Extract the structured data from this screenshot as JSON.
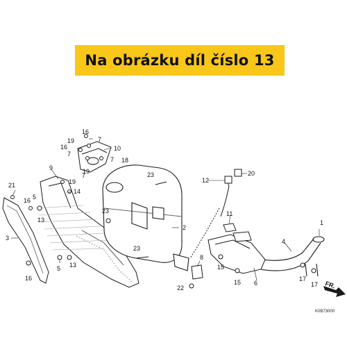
{
  "banner": {
    "text": "Na obrázku díl číslo 13"
  },
  "diagram": {
    "code": "K0B73000",
    "direction_label": "FR.",
    "callouts": [
      "1",
      "2",
      "3",
      "4",
      "5",
      "6",
      "7",
      "8",
      "9",
      "10",
      "11",
      "12",
      "13",
      "14",
      "15",
      "16",
      "17",
      "18",
      "19",
      "20",
      "21",
      "22",
      "23"
    ]
  },
  "colors": {
    "banner": "#f9c61a",
    "line": "#1a1a1a",
    "shade": "#d9d9d9"
  }
}
